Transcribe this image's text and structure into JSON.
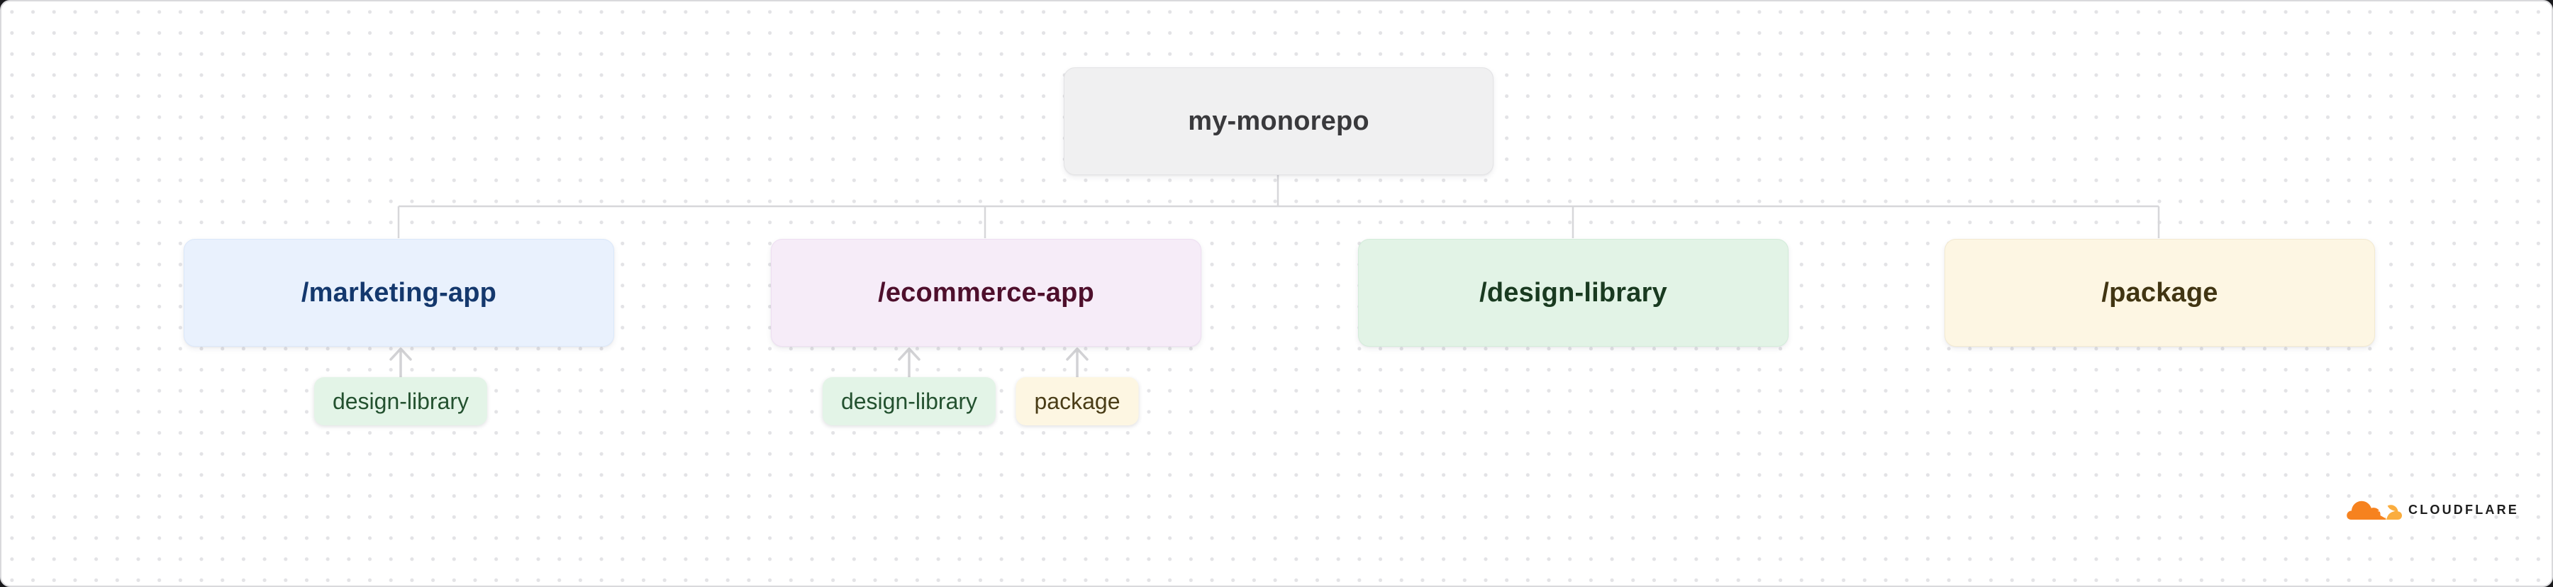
{
  "diagram": {
    "root": {
      "label": "my-monorepo"
    },
    "children": [
      {
        "label": "/marketing-app",
        "dependencies": [
          "design-library"
        ]
      },
      {
        "label": "/ecommerce-app",
        "dependencies": [
          "design-library",
          "package"
        ]
      },
      {
        "label": "/design-library",
        "dependencies": []
      },
      {
        "label": "/package",
        "dependencies": []
      }
    ]
  },
  "colors": {
    "root_node_bg": "#f0f0f1",
    "marketing_node_bg": "#e9f1fd",
    "marketing_text": "#14386d",
    "ecommerce_node_bg": "#f6ecf8",
    "ecommerce_text": "#4e0f2c",
    "design_library_node_bg": "#e2f3e6",
    "design_library_text": "#193a20",
    "package_node_bg": "#fdf6e3",
    "package_text": "#413512",
    "dependency_tag_green_bg": "#e3f4e7",
    "dependency_tag_cream_bg": "#fdf6e2",
    "connector_line": "#d7d7da",
    "dot_grid": "#e3e3e6"
  },
  "branding": {
    "wordmark": "CLOUDFLARE",
    "cloud_primary": "#F6821F",
    "cloud_secondary": "#FAAD3F"
  }
}
